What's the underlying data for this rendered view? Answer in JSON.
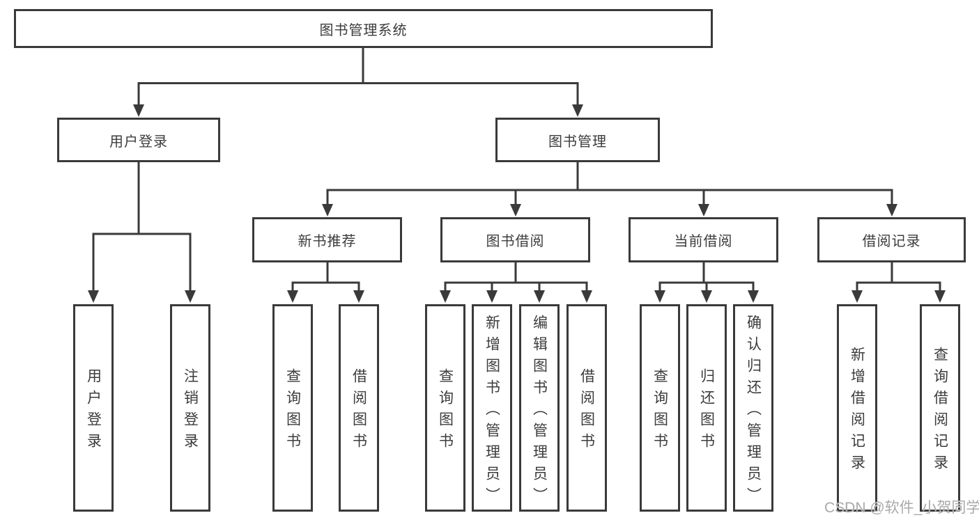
{
  "diagram": {
    "root": {
      "label": "图书管理系统"
    },
    "level2": [
      {
        "label": "用户登录",
        "children": [
          {
            "label": "用户登录"
          },
          {
            "label": "注销登录"
          }
        ]
      },
      {
        "label": "图书管理",
        "children": [
          {
            "label": "新书推荐",
            "children": [
              {
                "label": "查询图书"
              },
              {
                "label": "借阅图书"
              }
            ]
          },
          {
            "label": "图书借阅",
            "children": [
              {
                "label": "查询图书"
              },
              {
                "label": "新增图书（管理员）"
              },
              {
                "label": "编辑图书（管理员）"
              },
              {
                "label": "借阅图书"
              }
            ]
          },
          {
            "label": "当前借阅",
            "children": [
              {
                "label": "查询图书"
              },
              {
                "label": "归还图书"
              },
              {
                "label": "确认归还（管理员）"
              }
            ]
          },
          {
            "label": "借阅记录",
            "children": [
              {
                "label": "新增借阅记录"
              },
              {
                "label": "查询借阅记录"
              }
            ]
          }
        ]
      }
    ]
  },
  "watermark": "CSDN @软件_小贺同学",
  "colors": {
    "line": "#3a3a3a",
    "box_border": "#3a3a3a",
    "text": "#3c3c3c",
    "background": "#ffffff",
    "watermark_text": "#a9a9a9"
  }
}
